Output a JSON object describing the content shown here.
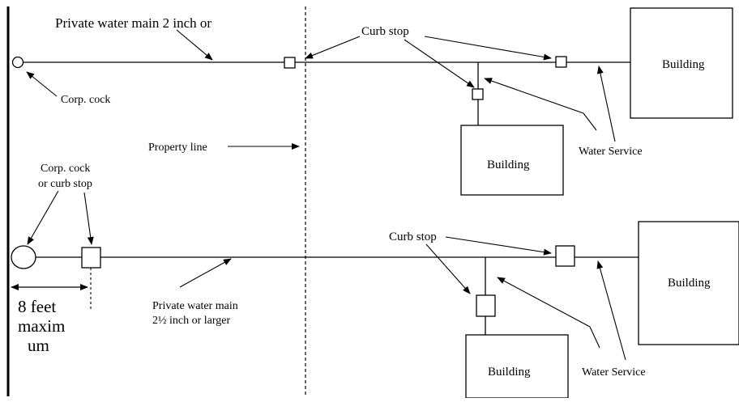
{
  "labels": {
    "top_main": "Private water main 2 inch or",
    "corp_cock": "Corp. cock",
    "curb_stop_top": "Curb stop",
    "building_top_right": "Building",
    "property_line": "Property line",
    "water_service_top": "Water Service",
    "building_top_mid": "Building",
    "corp_cock_or_curb_line1": "Corp. cock",
    "corp_cock_or_curb_line2": "or curb stop",
    "curb_stop_bottom": "Curb stop",
    "building_bottom_right": "Building",
    "max_line1": "8 feet",
    "max_line2": "maxim",
    "max_line3": "um",
    "bottom_main_line1": "Private water main",
    "bottom_main_line2": "2½ inch or larger",
    "building_bottom_mid": "Building",
    "water_service_bottom": "Water Service"
  }
}
